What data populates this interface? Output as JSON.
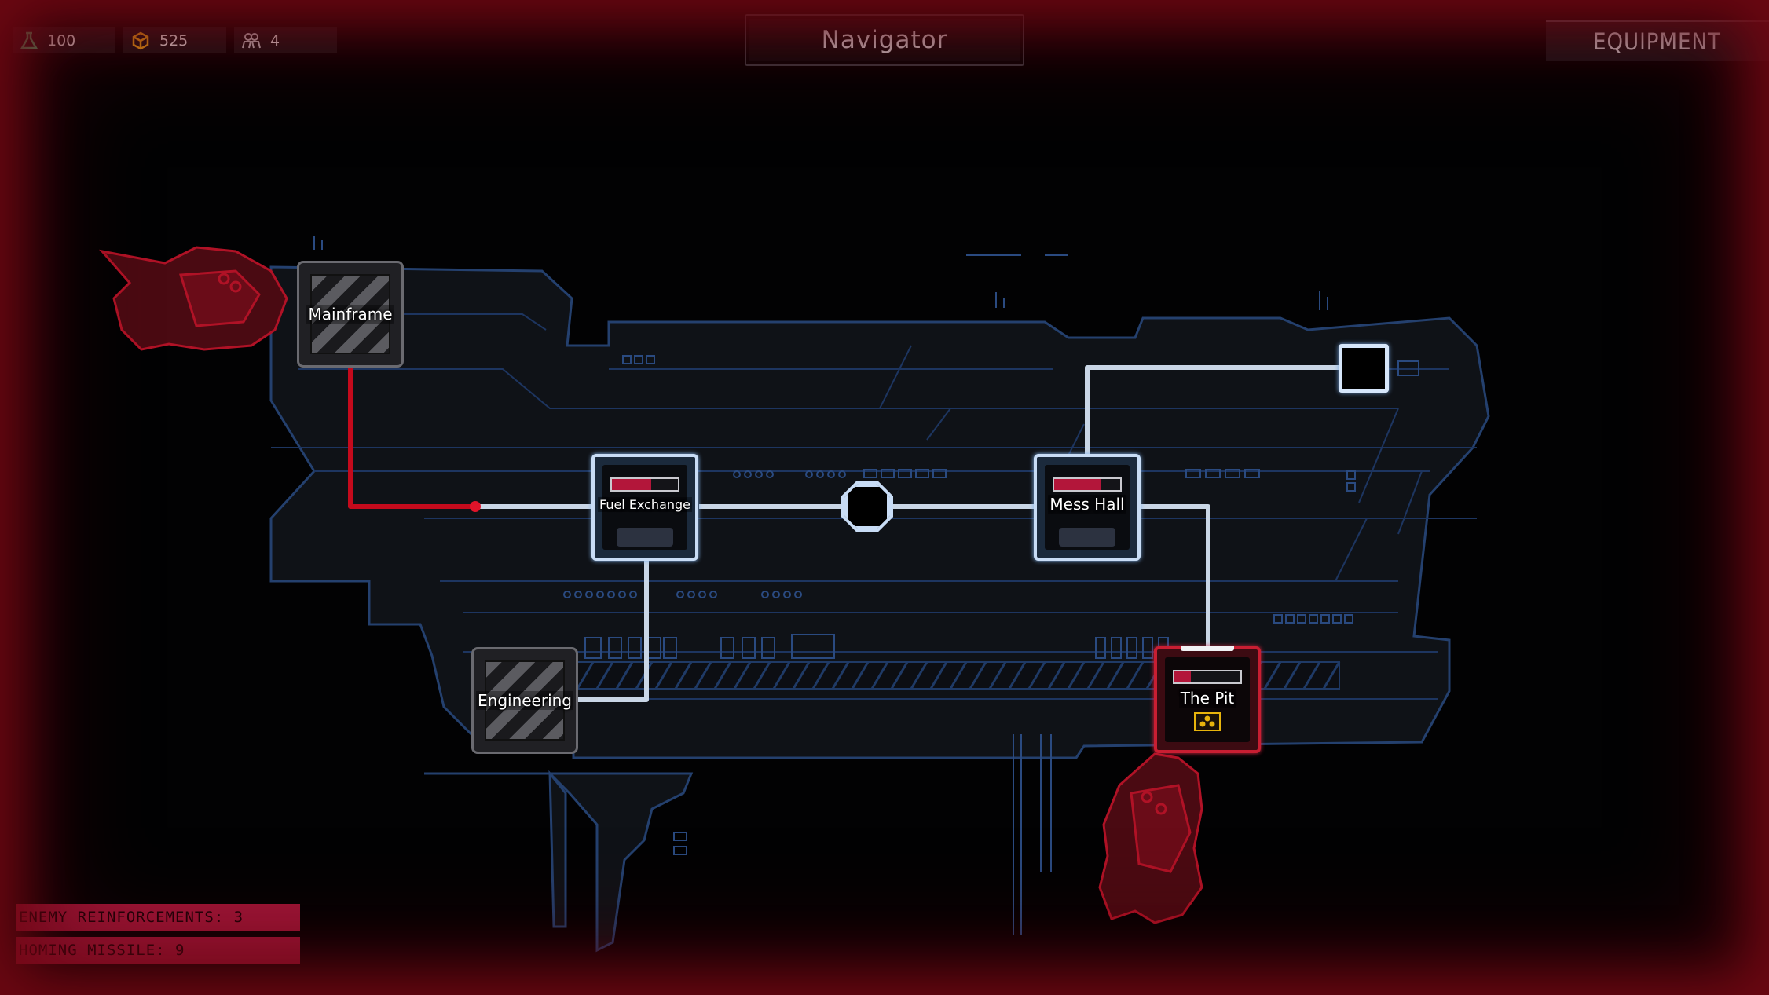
{
  "resources": {
    "science": "100",
    "scrap": "525",
    "crew": "4",
    "colors": {
      "science": "#3fd48a",
      "scrap": "#f0a818",
      "crew": "#c8c8cc"
    }
  },
  "header": {
    "title": "Navigator",
    "equipment_label": "EQUIPMENT"
  },
  "rooms": {
    "mainframe": {
      "label": "Mainframe",
      "state": "locked"
    },
    "fuel_exchange": {
      "label": "Fuel Exchange",
      "state": "explored",
      "health": 0.6
    },
    "mess_hall": {
      "label": "Mess Hall",
      "state": "explored",
      "health": 0.7
    },
    "engineering": {
      "label": "Engineering",
      "state": "locked"
    },
    "the_pit": {
      "label": "The Pit",
      "state": "boss",
      "health": 0.25,
      "icon": "enemy-squad-icon"
    }
  },
  "alerts": [
    {
      "text": "ENEMY REINFORCEMENTS: 3"
    },
    {
      "text": "HOMING MISSILE: 9"
    }
  ],
  "colors": {
    "accent_red": "#c81e32",
    "path_active": "#c8dcf5",
    "path_traveled": "#c40a1c",
    "ship_outline": "#1f3a66"
  }
}
